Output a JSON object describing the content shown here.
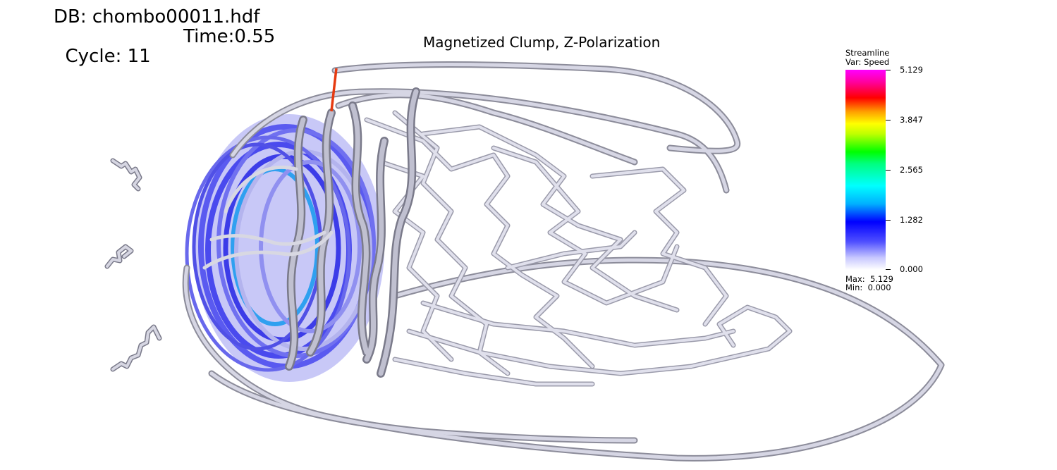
{
  "header": {
    "db": "DB: chombo00011.hdf",
    "cycle": "Cycle: 11",
    "time": "Time:0.55"
  },
  "plot": {
    "title": "Magnetized Clump, Z-Polarization"
  },
  "legend": {
    "title_line1": "Streamline",
    "title_line2": "Var: Speed",
    "ticks": [
      "5.129",
      "3.847",
      "2.565",
      "1.282",
      "0.000"
    ],
    "max_label": "Max:  5.129",
    "min_label": "Min:  0.000",
    "colors": [
      "#ffffff",
      "#0000ff",
      "#00ffff",
      "#00ff00",
      "#ffff00",
      "#ff0000",
      "#ff00ff"
    ]
  },
  "colors": {
    "tube_light": "#d6d6e4",
    "tube_dark": "#8c8c9a",
    "tube_blue": "#5a5af0",
    "tube_lavender": "#b4b4ee",
    "accent_red": "#e63a10"
  }
}
